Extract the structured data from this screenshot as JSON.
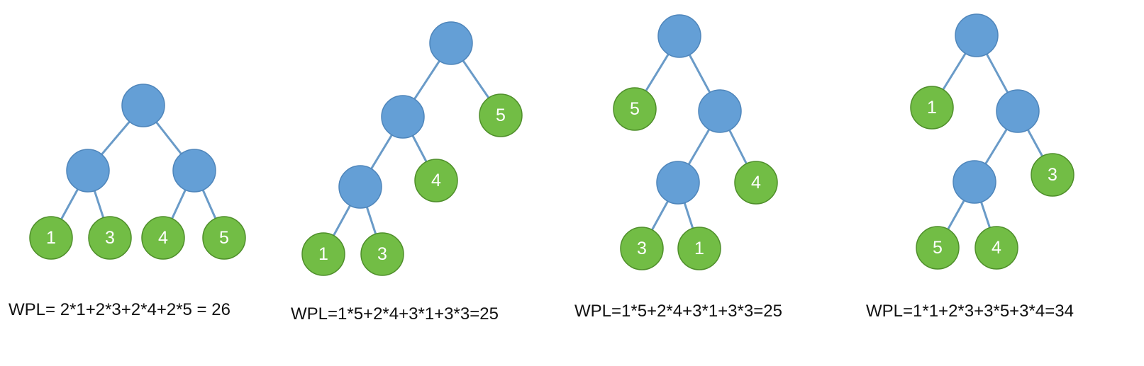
{
  "trees": [
    {
      "leaves": [
        "1",
        "3",
        "4",
        "5"
      ],
      "formula": "WPL= 2*1+2*3+2*4+2*5 = 26"
    },
    {
      "leaves": [
        "5",
        "4",
        "1",
        "3"
      ],
      "formula": "WPL=1*5+2*4+3*1+3*3=25"
    },
    {
      "leaves": [
        "5",
        "4",
        "3",
        "1"
      ],
      "formula": "WPL=1*5+2*4+3*1+3*3=25"
    },
    {
      "leaves": [
        "1",
        "3",
        "5",
        "4"
      ],
      "formula": "WPL=1*1+2*3+3*5+3*4=34"
    }
  ],
  "colors": {
    "inner_node": "#649fd6",
    "leaf_node": "#72bd45",
    "edge": "#6a9bc8"
  }
}
